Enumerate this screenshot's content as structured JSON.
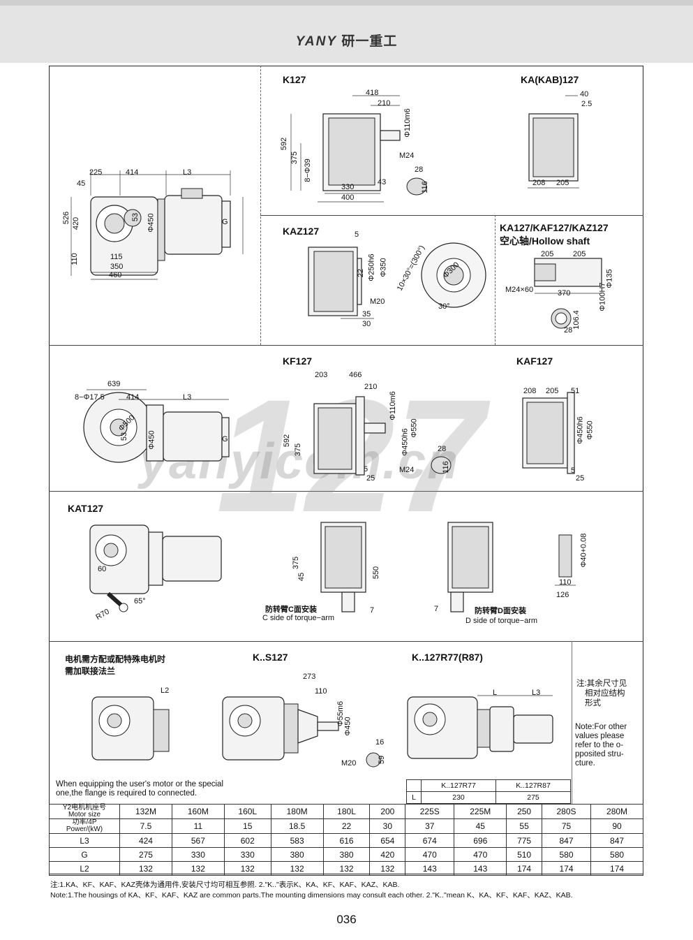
{
  "header": {
    "brand_en": "YANY",
    "brand_cn": "研一重工"
  },
  "watermark": {
    "site": "yanyicom.cn",
    "model": "127"
  },
  "sections": {
    "k127": "K127",
    "ka_kab127": "KA(KAB)127",
    "kaz127": "KAZ127",
    "hollow_title_1": "KA127/KAF127/KAZ127",
    "hollow_title_2": "空心轴/Hollow shaft",
    "kf127": "KF127",
    "kaf127": "KAF127",
    "kat127": "KAT127",
    "ks127": "K..S127",
    "k127r77": "K..127R77(R87)",
    "motor_flange_cn_1": "电机需方配或配特殊电机时",
    "motor_flange_cn_2": "需加联接法兰",
    "torque_c_cn": "防转臂C面安装",
    "torque_c_en": "C side of torque−arm",
    "torque_d_cn": "防转臂D面安装",
    "torque_d_en": "D side of torque−arm"
  },
  "dims": {
    "main": {
      "d225": "225",
      "d414": "414",
      "L3": "L3",
      "d45": "45",
      "d526": "526",
      "d420": "420",
      "d110": "110",
      "d53": "53",
      "d450": "Φ450",
      "G": "G",
      "d115": "115",
      "d350": "350",
      "d460": "460"
    },
    "k127": {
      "d418": "418",
      "d210": "210",
      "d110m6": "Φ110m6",
      "d592": "592",
      "d375": "375",
      "d8_39": "8−Φ39",
      "M24": "M24",
      "d28": "28",
      "d116": "116",
      "d330": "330",
      "d400": "400",
      "d43": "43"
    },
    "ka": {
      "d40": "40",
      "d2_5": "2.5",
      "d208": "208",
      "d205": "205"
    },
    "kaz": {
      "d5": "5",
      "d22": "22",
      "d250h6": "Φ250h6",
      "d350": "Φ350",
      "M20": "M20",
      "d35": "35",
      "d30": "30",
      "d10x30": "10×30°=(300°)",
      "d300": "Φ300",
      "a30": "30°"
    },
    "hollow": {
      "d205a": "205",
      "d205b": "205",
      "d135": "Φ135",
      "d100H7": "Φ100H7",
      "m24x60": "M24×60",
      "d370": "370",
      "d106_4": "106.4",
      "d28": "28"
    },
    "kf": {
      "d639": "639",
      "d8_17_5": "8−Φ17.5",
      "d414": "414",
      "L3": "L3",
      "d500": "Φ500",
      "d53": "53",
      "d450": "Φ450",
      "G": "G"
    },
    "kf127": {
      "d203": "203",
      "d466": "466",
      "d210": "210",
      "d110m6": "Φ110m6",
      "d592": "592",
      "d375": "375",
      "d450h6": "Φ450h6",
      "d550": "Φ550",
      "d28": "28",
      "d116": "116",
      "M24": "M24",
      "d5": "5",
      "d25": "25"
    },
    "kaf": {
      "d208": "208",
      "d205": "205",
      "d51": "51",
      "d450h6": "Φ450h6",
      "d550": "Φ550",
      "d5": "5",
      "d25": "25"
    },
    "kat": {
      "d60": "60",
      "a65": "65°",
      "R70": "R70",
      "d375": "375",
      "d45": "45",
      "d550": "550",
      "d7a": "7",
      "d7b": "7",
      "d40": "Φ40+0.08",
      "d110": "110",
      "d126": "126"
    },
    "flange": {
      "L2": "L2"
    },
    "ks": {
      "d273": "273",
      "d110": "110",
      "d55m6": "Φ55m6",
      "d450": "Φ450",
      "M20": "M20",
      "d16": "16",
      "d59": "59"
    },
    "r77": {
      "L": "L",
      "L3": "L3"
    }
  },
  "side_note": {
    "cn": [
      "注:其余尺寸见",
      "相对应结构",
      "形式"
    ],
    "en": [
      "Note:For other",
      "values please",
      "refer to the o-",
      "pposited stru-",
      "cture."
    ]
  },
  "equip_note": [
    "When equipping the user's motor or the special",
    "one,the flange is required to connected."
  ],
  "sub_table": {
    "head": [
      "K..127R77",
      "K..127R87"
    ],
    "row_label": "L",
    "values": [
      "230",
      "275"
    ]
  },
  "spec_table": {
    "rows": [
      {
        "label_a": "Y2电机机座号",
        "label_b": "Motor size",
        "values": [
          "132M",
          "160M",
          "160L",
          "180M",
          "180L",
          "200",
          "225S",
          "225M",
          "250",
          "280S",
          "280M"
        ]
      },
      {
        "label_a": "功率/4P",
        "label_b": "Power/(kW)",
        "values": [
          "7.5",
          "11",
          "15",
          "18.5",
          "22",
          "30",
          "37",
          "45",
          "55",
          "75",
          "90"
        ]
      },
      {
        "label_a": "L3",
        "label_b": "",
        "values": [
          "424",
          "567",
          "602",
          "583",
          "616",
          "654",
          "674",
          "696",
          "775",
          "847",
          "847"
        ]
      },
      {
        "label_a": "G",
        "label_b": "",
        "values": [
          "275",
          "330",
          "330",
          "380",
          "380",
          "420",
          "470",
          "470",
          "510",
          "580",
          "580"
        ]
      },
      {
        "label_a": "L2",
        "label_b": "",
        "values": [
          "132",
          "132",
          "132",
          "132",
          "132",
          "132",
          "143",
          "143",
          "174",
          "174",
          "174"
        ]
      }
    ]
  },
  "footer": {
    "cn": "注:1.KA、KF、KAF、KAZ壳体为通用件,安装尺寸均可相互参照.   2.\"K..\"表示K、KA、KF、KAF、KAZ、KAB.",
    "en": "Note:1.The housings of KA、KF、KAF、KAZ are common parts.The mounting dimensions may consult each other. 2.\"K..\"mean K、KA、KF、KAF、KAZ、KAB."
  },
  "page_number": "036"
}
